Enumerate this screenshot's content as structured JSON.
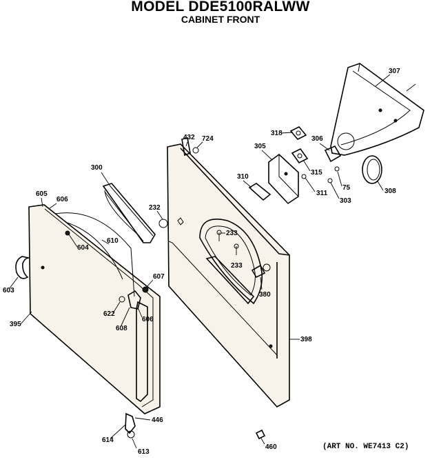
{
  "header": {
    "title": "MODEL DDE5100RALWW",
    "subtitle": "CABINET FRONT"
  },
  "footer": {
    "art_no": "(ART NO. WE7413 C2)"
  },
  "callouts": [
    "300",
    "305",
    "310",
    "311",
    "303",
    "307",
    "306",
    "75",
    "308",
    "318",
    "315",
    "232",
    "432",
    "724",
    "233",
    "380",
    "398",
    "605",
    "606",
    "604",
    "610",
    "603",
    "395",
    "607",
    "622",
    "608",
    "606",
    "446",
    "614",
    "613",
    "460"
  ]
}
